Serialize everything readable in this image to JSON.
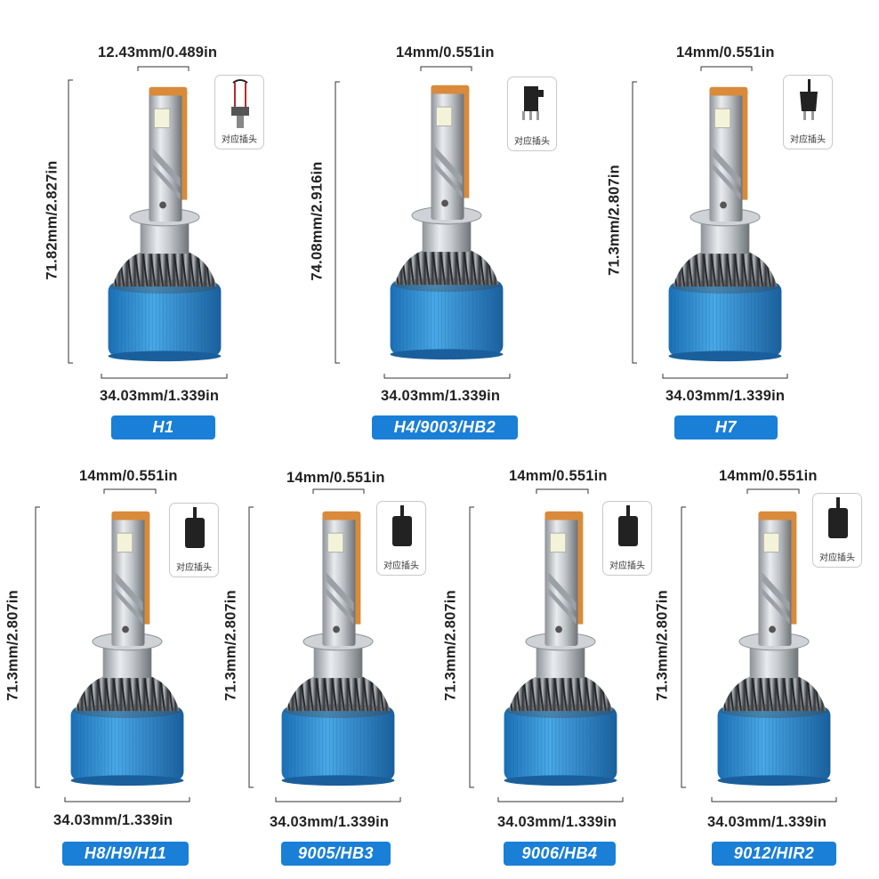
{
  "connector_label": "对应插头",
  "colors": {
    "badge": "#1a7fd6",
    "heatsink_blue": "#2b8bd0",
    "copper": "#d98a3a"
  },
  "bulbs": [
    {
      "id": "h1",
      "model": "H1",
      "top_width": "12.43mm/0.489in",
      "height": "71.82mm/2.827in",
      "base_width": "34.03mm/1.339in",
      "connector_icon": "h1-wire-connector-icon"
    },
    {
      "id": "h4",
      "model": "H4/9003/HB2",
      "top_width": "14mm/0.551in",
      "height": "74.08mm/2.916in",
      "base_width": "34.03mm/1.339in",
      "connector_icon": "h4-plug-icon"
    },
    {
      "id": "h7",
      "model": "H7",
      "top_width": "14mm/0.551in",
      "height": "71.3mm/2.807in",
      "base_width": "34.03mm/1.339in",
      "connector_icon": "h7-plug-icon"
    },
    {
      "id": "h8",
      "model": "H8/H9/H11",
      "top_width": "14mm/0.551in",
      "height": "71.3mm/2.807in",
      "base_width": "34.03mm/1.339in",
      "connector_icon": "h11-plug-icon"
    },
    {
      "id": "9005",
      "model": "9005/HB3",
      "top_width": "14mm/0.551in",
      "height": "71.3mm/2.807in",
      "base_width": "34.03mm/1.339in",
      "connector_icon": "9005-plug-icon"
    },
    {
      "id": "9006",
      "model": "9006/HB4",
      "top_width": "14mm/0.551in",
      "height": "71.3mm/2.807in",
      "base_width": "34.03mm/1.339in",
      "connector_icon": "9006-plug-icon"
    },
    {
      "id": "9012",
      "model": "9012/HIR2",
      "top_width": "14mm/0.551in",
      "height": "71.3mm/2.807in",
      "base_width": "34.03mm/1.339in",
      "connector_icon": "9012-plug-icon"
    }
  ]
}
